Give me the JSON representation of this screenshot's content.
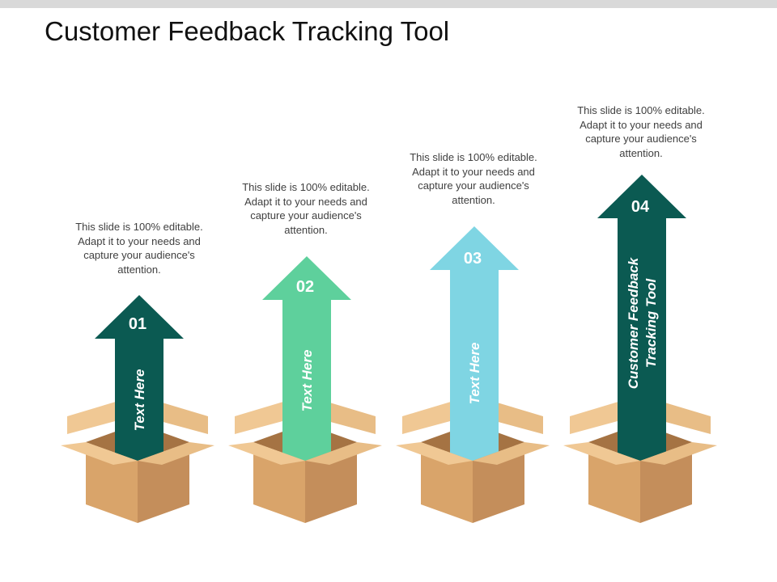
{
  "title": "Customer Feedback Tracking Tool",
  "colors": {
    "arrow_1": "#0b5a52",
    "arrow_2": "#5ed09c",
    "arrow_3": "#7fd5e3",
    "arrow_4": "#0b5a52",
    "box_left": "#d9a46a",
    "box_right": "#c48e5b",
    "box_flap": "#f0c894",
    "box_inner": "#a57343"
  },
  "steps": [
    {
      "number": "01",
      "label": "Text Here",
      "description": "This slide is 100% editable. Adapt it to your needs and capture your audience's attention."
    },
    {
      "number": "02",
      "label": "Text Here",
      "description": "This slide is 100% editable. Adapt it to your needs and capture your audience's attention."
    },
    {
      "number": "03",
      "label": "Text Here",
      "description": "This slide is 100% editable. Adapt it to your needs and capture your audience's attention."
    },
    {
      "number": "04",
      "label_line1": "Customer Feedback",
      "label_line2": "Tracking Tool",
      "description": "This slide is 100% editable. Adapt it to your needs and capture your audience's attention."
    }
  ]
}
